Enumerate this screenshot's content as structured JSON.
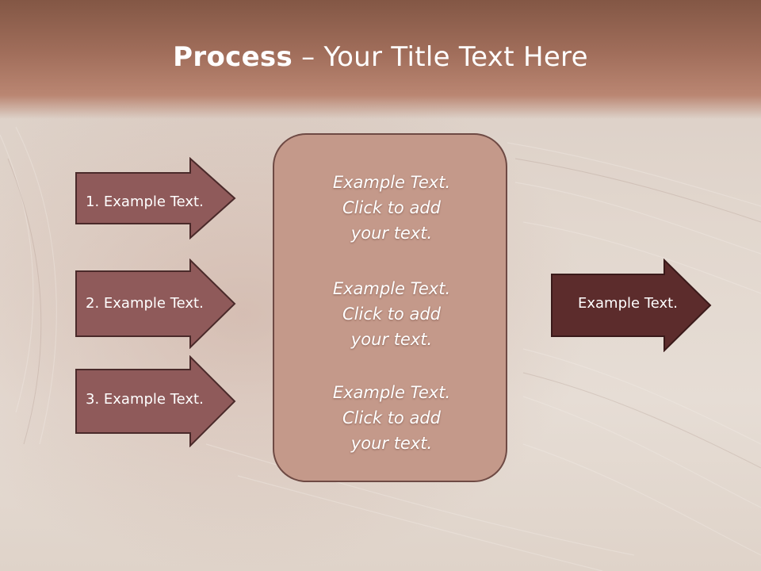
{
  "title": {
    "bold": "Process",
    "rest": " – Your Title Text Here"
  },
  "left_steps": [
    {
      "label": "1. Example Text."
    },
    {
      "label": "2. Example Text."
    },
    {
      "label": "3. Example Text."
    }
  ],
  "center_box": {
    "paragraphs": [
      {
        "lines": [
          "Example Text.",
          "Click  to add",
          "your text."
        ]
      },
      {
        "lines": [
          "Example Text.",
          "Click  to add",
          "your text."
        ]
      },
      {
        "lines": [
          "Example Text.",
          "Click  to add",
          "your text."
        ]
      }
    ]
  },
  "right_output": {
    "label": "Example Text."
  },
  "colors": {
    "title_band": "#a16e5b",
    "step_arrow_fill": "#8f5a5a",
    "output_arrow_fill": "#5c2c2c",
    "center_box_fill": "#c4998a",
    "outline": "#4a2a2a"
  }
}
